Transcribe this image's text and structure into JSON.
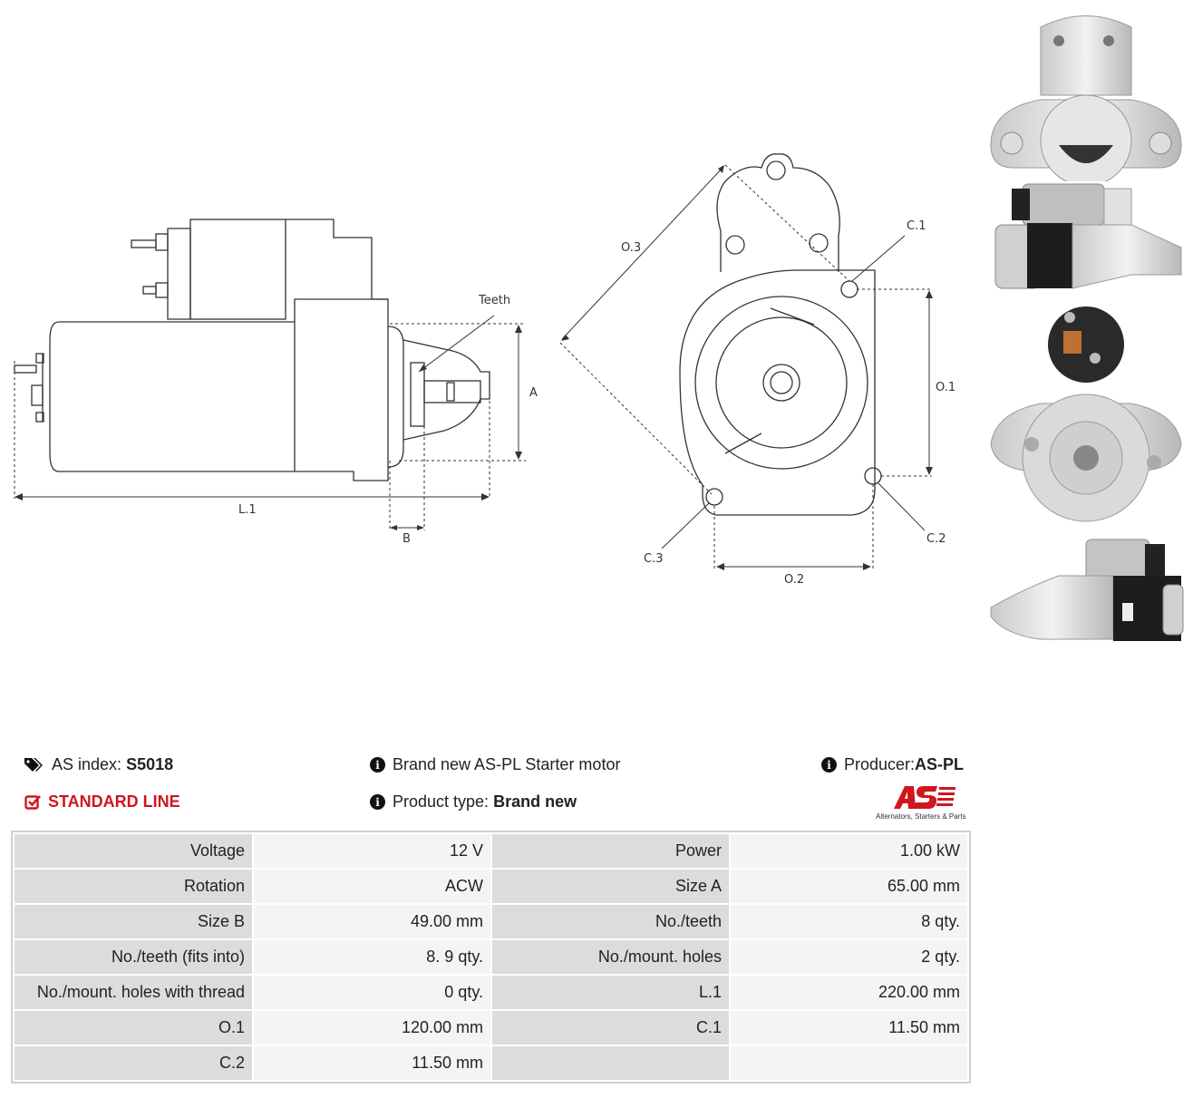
{
  "drawing": {
    "teeth_label": "Teeth",
    "dim_A": "A",
    "dim_B": "B",
    "dim_L1": "L.1",
    "dim_O1": "O.1",
    "dim_O2": "O.2",
    "dim_O3": "O.3",
    "dim_C1": "C.1",
    "dim_C2": "C.2",
    "dim_C3": "C.3"
  },
  "header": {
    "as_index_label": "AS index:",
    "as_index_value": "S5018",
    "standard_line": "STANDARD LINE",
    "brand_new_text": "Brand new AS-PL Starter motor",
    "product_type_label": "Product type:",
    "product_type_value": "Brand new",
    "producer_label": "Producer:",
    "producer_value": "AS-PL",
    "logo_text": "AS",
    "logo_tagline": "Alternators, Starters & Parts"
  },
  "specs": [
    [
      "Voltage",
      "12 V",
      "Power",
      "1.00 kW"
    ],
    [
      "Rotation",
      "ACW",
      "Size A",
      "65.00 mm"
    ],
    [
      "Size B",
      "49.00 mm",
      "No./teeth",
      "8 qty."
    ],
    [
      "No./teeth (fits into)",
      "8. 9 qty.",
      "No./mount. holes",
      "2 qty."
    ],
    [
      "No./mount. holes with thread",
      "0 qty.",
      "L.1",
      "220.00 mm"
    ],
    [
      "O.1",
      "120.00 mm",
      "C.1",
      "11.50 mm"
    ],
    [
      "C.2",
      "11.50 mm",
      "",
      ""
    ]
  ]
}
